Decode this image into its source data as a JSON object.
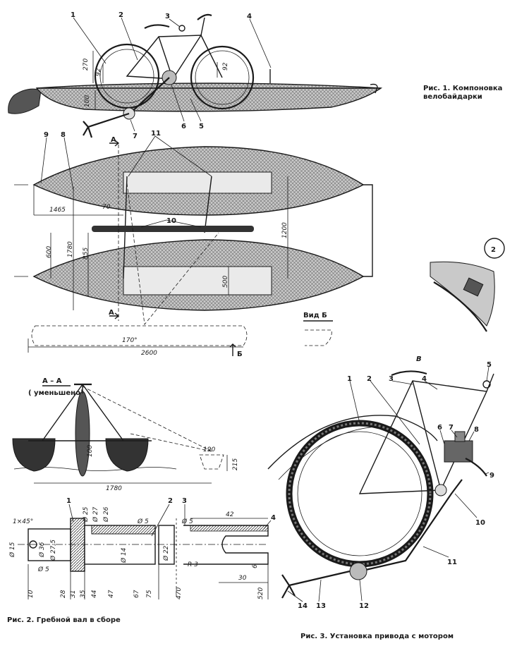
{
  "captions": {
    "fig1": "Рис. 1. Компоновка велобайдарки",
    "fig2": "Рис. 2. Гребной вал в сборе",
    "fig3": "Рис. 3. Установка привода с мотором"
  },
  "fig1_side": {
    "callouts": [
      "1",
      "2",
      "3",
      "4",
      "5",
      "6",
      "7"
    ],
    "dims": [
      "270",
      "92",
      "92",
      "100"
    ]
  },
  "fig1_plan": {
    "callouts": [
      "8",
      "9",
      "10",
      "11"
    ],
    "dims": [
      "1465",
      "70",
      "1780",
      "600",
      "855",
      "1200",
      "500",
      "170°",
      "2600"
    ],
    "section_marks": [
      "А",
      "А",
      "Б"
    ],
    "view_label": "Вид Б"
  },
  "inset": {
    "circle_label": "2"
  },
  "section_aa": {
    "title": "А – А",
    "subtitle": "( уменьшено)",
    "dims": [
      "100",
      "190",
      "215",
      "1780"
    ]
  },
  "fig2": {
    "callouts": [
      "1",
      "2",
      "3",
      "4"
    ],
    "dims_top": [
      "1×45°",
      "Ø 25",
      "Ø 27",
      "Ø 26",
      "Ø 5",
      "Ø 5",
      "42"
    ],
    "dims_left": [
      "Ø 15",
      "Ø 36",
      "Ø 27,5",
      "Ø 5",
      "Ø 14",
      "Ø 22",
      "R 3",
      "6",
      "30"
    ],
    "dims_bottom": [
      "10",
      "28",
      "31",
      "35",
      "44",
      "47",
      "67",
      "75",
      "470",
      "520"
    ]
  },
  "fig3": {
    "view_label": "В",
    "callouts": [
      "1",
      "2",
      "3",
      "4",
      "5",
      "6",
      "7",
      "8",
      "9",
      "10",
      "11",
      "12",
      "13",
      "14"
    ]
  }
}
